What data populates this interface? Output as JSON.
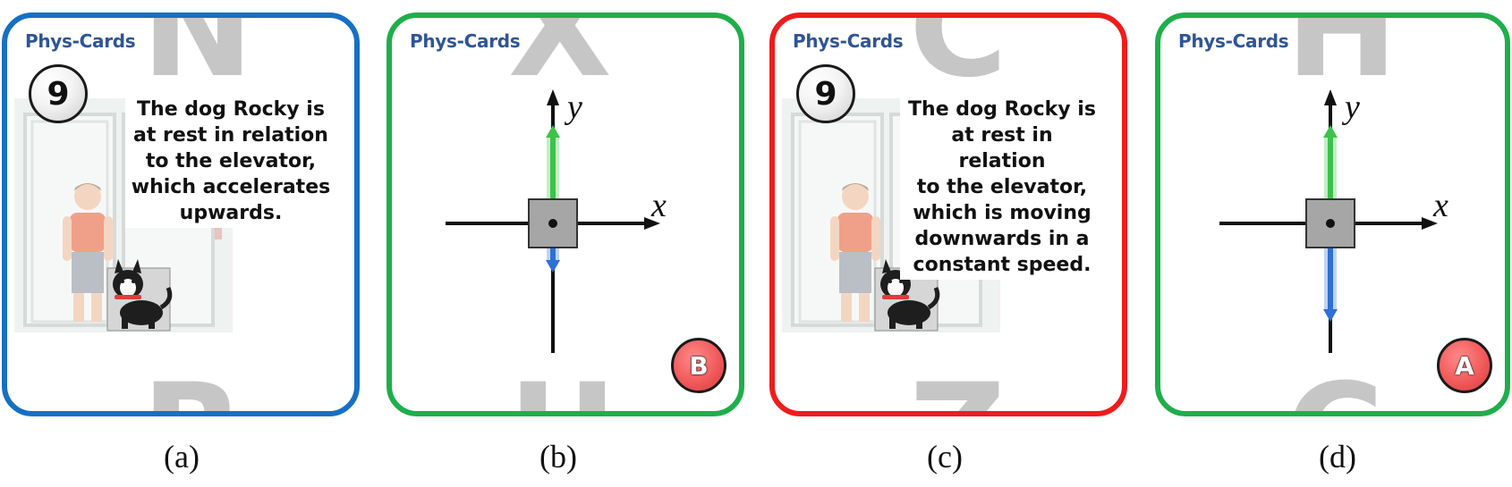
{
  "cards": [
    {
      "id": "a",
      "brand": "Phys-Cards",
      "number": "9",
      "watermark_top": "N",
      "watermark_bottom": "R",
      "text_lines": [
        "The dog Rocky is",
        "at rest in relation",
        "to the elevator,",
        "which accelerates",
        "upwards."
      ],
      "border_color": "#1570c4",
      "caption": "(a)"
    },
    {
      "id": "b",
      "brand": "Phys-Cards",
      "watermark_top": "X",
      "watermark_bottom": "U",
      "axis_x": "x",
      "axis_y": "y",
      "answer": "B",
      "border_color": "#1fae4b",
      "caption": "(b)",
      "vectors": {
        "up_length": 2,
        "down_length": 1
      }
    },
    {
      "id": "c",
      "brand": "Phys-Cards",
      "number": "9",
      "watermark_top": "C",
      "watermark_bottom": "Z",
      "text_lines": [
        "The dog Rocky is",
        "at rest in relation",
        "to the elevator,",
        "which is moving",
        "downwards in a",
        "constant speed."
      ],
      "border_color": "#ef1c1c",
      "caption": "(c)"
    },
    {
      "id": "d",
      "brand": "Phys-Cards",
      "watermark_top": "H",
      "watermark_bottom": "C",
      "axis_x": "x",
      "axis_y": "y",
      "answer": "A",
      "border_color": "#1fae4b",
      "caption": "(d)",
      "vectors": {
        "up_length": 2,
        "down_length": 2
      }
    }
  ],
  "colors": {
    "up_vector": "#3cc24a",
    "down_vector": "#2f6fd6",
    "answer_badge": "#f15a5a",
    "watermark": "#c6c6c6",
    "brand": "#2f5597"
  }
}
